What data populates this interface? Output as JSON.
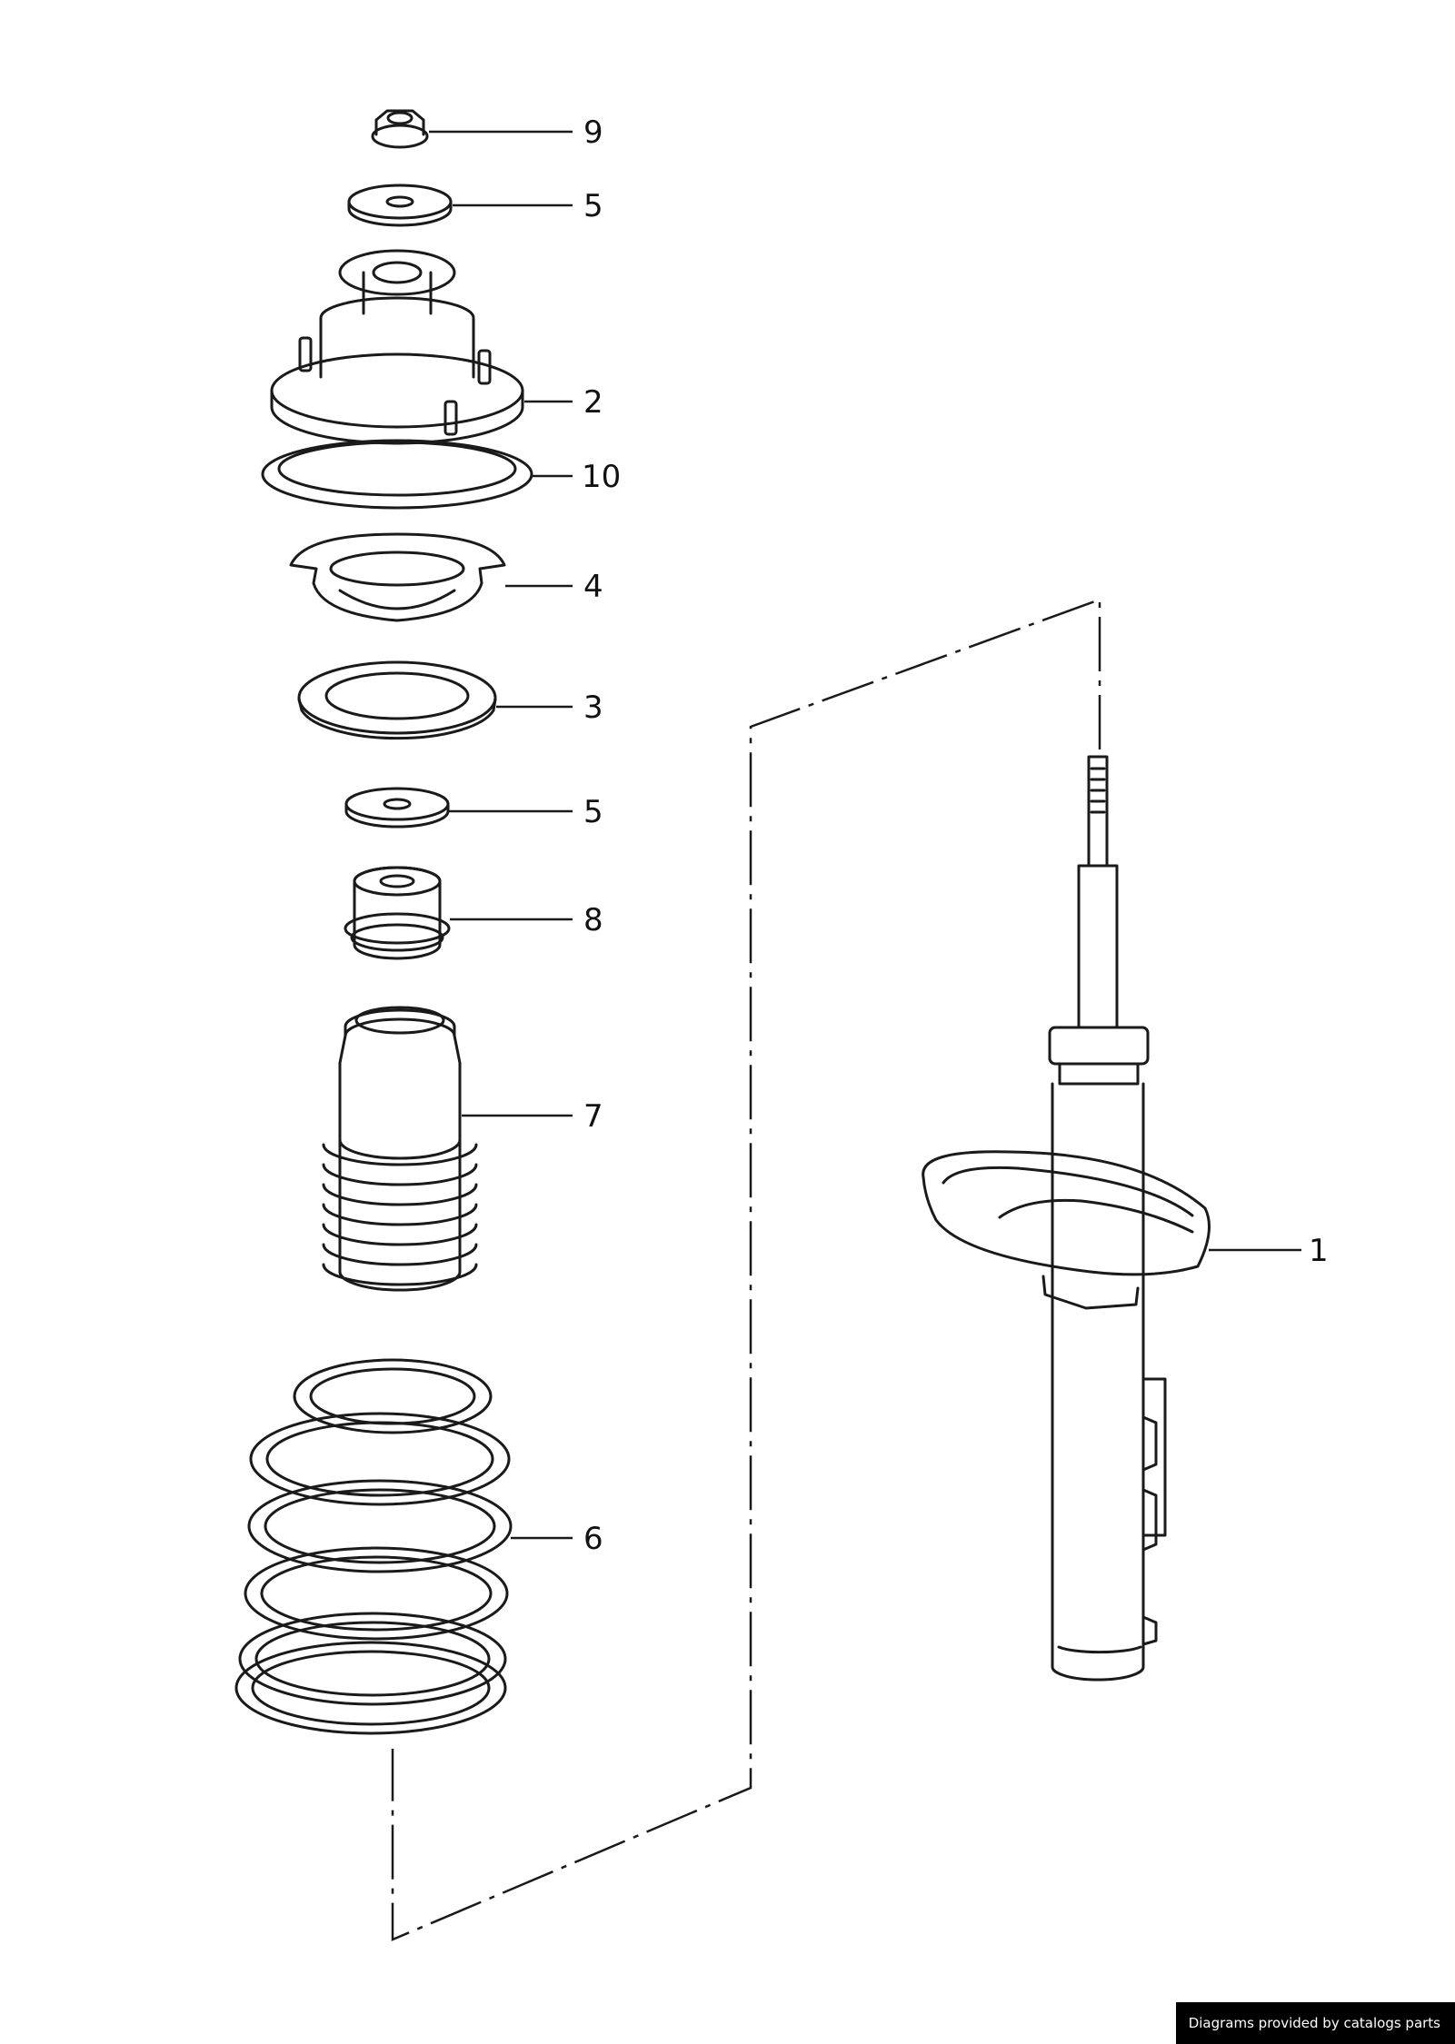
{
  "callouts": {
    "c9": "9",
    "c5_top": "5",
    "c2": "2",
    "c10": "10",
    "c4": "4",
    "c3": "3",
    "c5_low": "5",
    "c8": "8",
    "c7": "7",
    "c6": "6",
    "c1": "1"
  },
  "credit": "Diagrams provided by catalogs parts"
}
